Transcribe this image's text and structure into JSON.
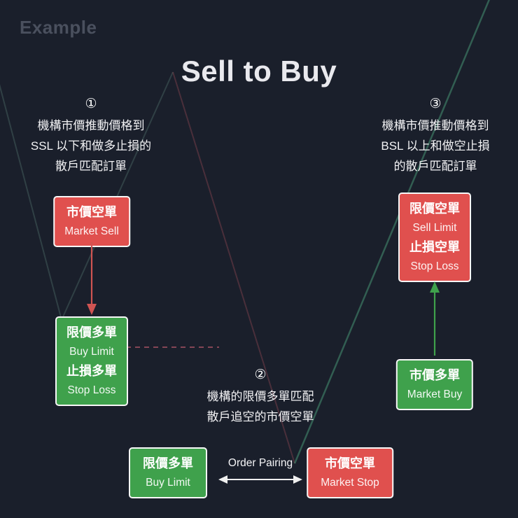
{
  "watermark": "Example",
  "title": "Sell to Buy",
  "steps": {
    "step1": {
      "number": "①",
      "lines": [
        "機構市價推動價格到",
        "SSL 以下和做多止損的",
        "散戶匹配訂單"
      ]
    },
    "step2": {
      "number": "②",
      "lines": [
        "機構的限價多單匹配",
        "散戶追空的市價空單"
      ]
    },
    "step3": {
      "number": "③",
      "lines": [
        "機構市價推動價格到",
        "BSL 以上和做空止損",
        "的散戶匹配訂單"
      ]
    }
  },
  "boxes": {
    "market_sell": {
      "lines": [
        "市價空單",
        "Market Sell"
      ]
    },
    "buy_limit_stop_loss": {
      "lines": [
        "限價多單",
        "Buy Limit",
        "止損多單",
        "Stop Loss"
      ]
    },
    "sell_limit_stop_loss": {
      "lines": [
        "限價空單",
        "Sell Limit",
        "止損空單",
        "Stop Loss"
      ]
    },
    "market_buy": {
      "lines": [
        "市價多單",
        "Market Buy"
      ]
    },
    "pair_buy_limit": {
      "lines": [
        "限價多單",
        "Buy Limit"
      ]
    },
    "pair_market_stop": {
      "lines": [
        "市價空單",
        "Market Stop"
      ]
    }
  },
  "order_pairing_label": "Order Pairing",
  "colors": {
    "background": "#1a1f2b",
    "red": "#e0504e",
    "green": "#3fa14c",
    "text": "#f2f2f4"
  }
}
